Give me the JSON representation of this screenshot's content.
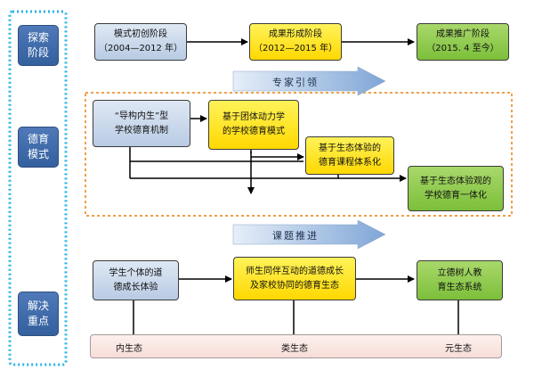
{
  "sidebar": {
    "stage1": "探索\n阶段",
    "stage2": "德育\n模式",
    "stage3": "解决\n重点"
  },
  "phases": {
    "p1": "模式初创阶段\n（2004—2012 年）",
    "p2": "成果形成阶段\n（2012—2015 年）",
    "p3": "成果推广阶段\n（2015. 4 至今）"
  },
  "banners": {
    "expert": "专家引领",
    "topic": "课题推进"
  },
  "modes": {
    "m1": "“导构内生”型\n学校德育机制",
    "m2": "基于团体动力学\n的学校德育模式",
    "m3": "基于生态体验的\n德育课程体系化",
    "m4": "基于生态体验观的\n学校德育一体化"
  },
  "keys": {
    "k1": "学生个体的道\n德成长体验",
    "k2": "师生同伴互动的道德成长\n及家校协同的德育生态",
    "k3": "立德树人教\n育生态系统"
  },
  "ecology": {
    "e1": "内生态",
    "e2": "类生态",
    "e3": "元生态"
  },
  "colors": {
    "frame_cyan": "#2ab3e6",
    "frame_orange": "#f0a04a",
    "side_blue": "#3f6aa9",
    "yellow": "#ffe51e",
    "green": "#8ccb4e",
    "light_blue": "#c9d8ec"
  }
}
